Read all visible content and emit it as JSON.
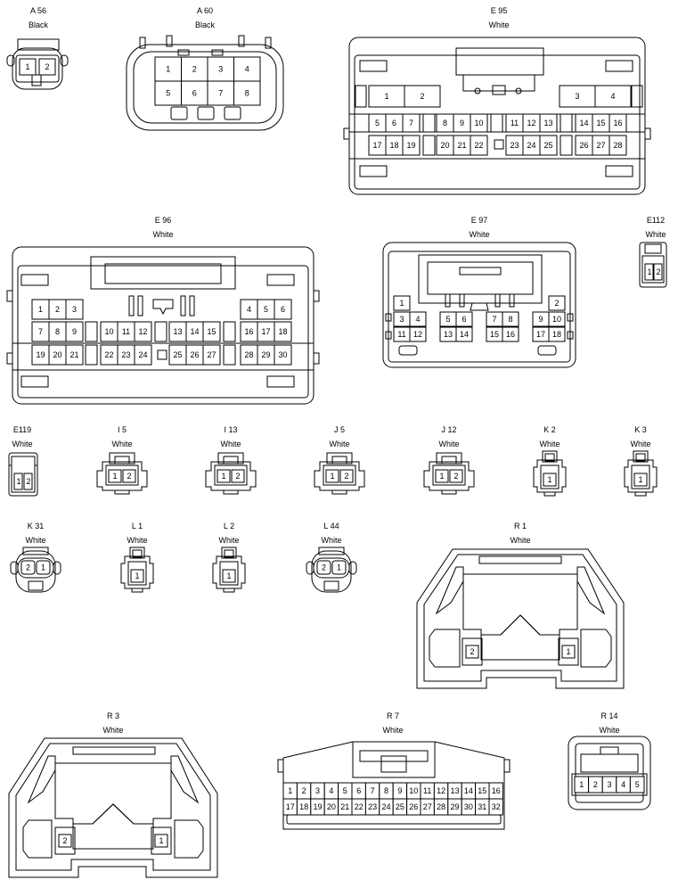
{
  "connectors": {
    "A56": {
      "code": "A 56",
      "color": "Black",
      "pins": [
        "1",
        "2"
      ]
    },
    "A60": {
      "code": "A 60",
      "color": "Black",
      "pins": [
        "1",
        "2",
        "3",
        "4",
        "5",
        "6",
        "7",
        "8"
      ]
    },
    "E95": {
      "code": "E 95",
      "color": "White",
      "pins": [
        "1",
        "2",
        "3",
        "4",
        "5",
        "6",
        "7",
        "8",
        "9",
        "10",
        "11",
        "12",
        "13",
        "14",
        "15",
        "16",
        "17",
        "18",
        "19",
        "20",
        "21",
        "22",
        "23",
        "24",
        "25",
        "26",
        "27",
        "28"
      ]
    },
    "E96": {
      "code": "E 96",
      "color": "White",
      "pins": [
        "1",
        "2",
        "3",
        "4",
        "5",
        "6",
        "7",
        "8",
        "9",
        "10",
        "11",
        "12",
        "13",
        "14",
        "15",
        "16",
        "17",
        "18",
        "19",
        "20",
        "21",
        "22",
        "23",
        "24",
        "25",
        "26",
        "27",
        "28",
        "29",
        "30"
      ]
    },
    "E97": {
      "code": "E 97",
      "color": "White",
      "pins": [
        "1",
        "2",
        "3",
        "4",
        "5",
        "6",
        "7",
        "8",
        "9",
        "10",
        "11",
        "12",
        "13",
        "14",
        "15",
        "16",
        "17",
        "18"
      ]
    },
    "E112": {
      "code": "E112",
      "color": "White",
      "pins": [
        "1",
        "2"
      ]
    },
    "E119": {
      "code": "E119",
      "color": "White",
      "pins": [
        "1",
        "2"
      ]
    },
    "I5": {
      "code": "I 5",
      "color": "White",
      "pins": [
        "1",
        "2"
      ]
    },
    "I13": {
      "code": "I 13",
      "color": "White",
      "pins": [
        "1",
        "2"
      ]
    },
    "J5": {
      "code": "J 5",
      "color": "White",
      "pins": [
        "1",
        "2"
      ]
    },
    "J12": {
      "code": "J 12",
      "color": "White",
      "pins": [
        "1",
        "2"
      ]
    },
    "K2": {
      "code": "K 2",
      "color": "White",
      "pins": [
        "1"
      ]
    },
    "K3": {
      "code": "K 3",
      "color": "White",
      "pins": [
        "1"
      ]
    },
    "K31": {
      "code": "K 31",
      "color": "White",
      "pins": [
        "2",
        "1"
      ]
    },
    "L1": {
      "code": "L 1",
      "color": "White",
      "pins": [
        "1"
      ]
    },
    "L2": {
      "code": "L 2",
      "color": "White",
      "pins": [
        "1"
      ]
    },
    "L44": {
      "code": "L 44",
      "color": "White",
      "pins": [
        "2",
        "1"
      ]
    },
    "R1": {
      "code": "R 1",
      "color": "White",
      "pins": [
        "2",
        "1"
      ]
    },
    "R3": {
      "code": "R 3",
      "color": "White",
      "pins": [
        "2",
        "1"
      ]
    },
    "R7": {
      "code": "R 7",
      "color": "White",
      "pins": [
        "1",
        "2",
        "3",
        "4",
        "5",
        "6",
        "7",
        "8",
        "9",
        "10",
        "11",
        "12",
        "13",
        "14",
        "15",
        "16",
        "17",
        "18",
        "19",
        "20",
        "21",
        "22",
        "23",
        "24",
        "25",
        "26",
        "27",
        "28",
        "29",
        "30",
        "31",
        "32"
      ]
    },
    "R14": {
      "code": "R 14",
      "color": "White",
      "pins": [
        "1",
        "2",
        "3",
        "4",
        "5"
      ]
    }
  }
}
